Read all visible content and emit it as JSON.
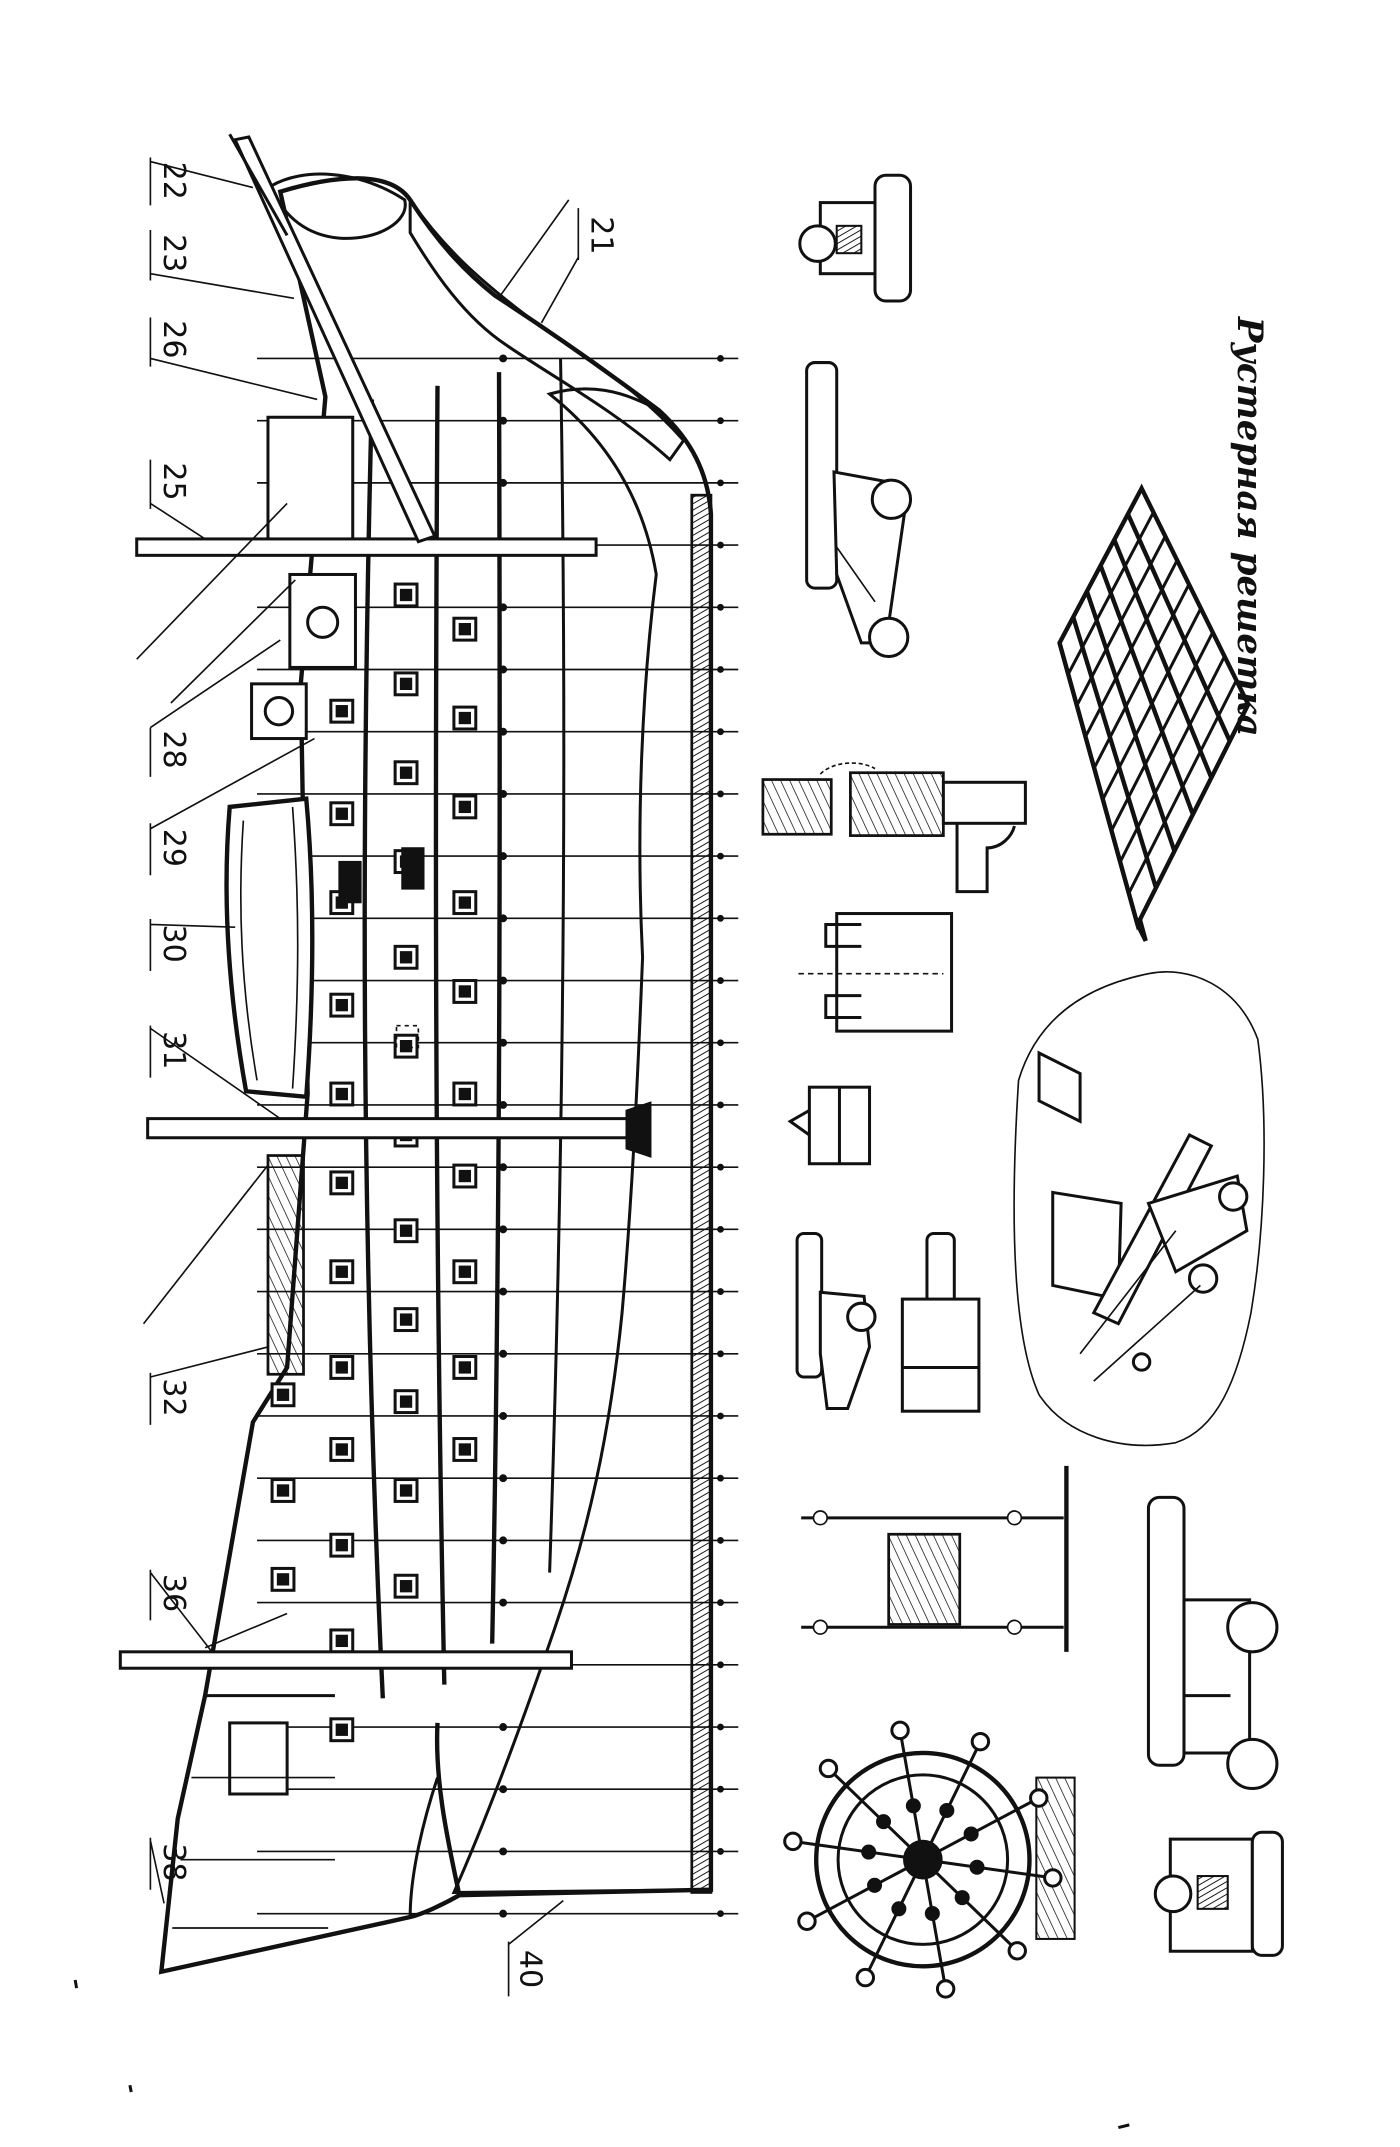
{
  "callouts": {
    "n22": "22",
    "n23": "23",
    "n26": "26",
    "n25": "25",
    "n28": "28",
    "n29": "29",
    "n30": "30",
    "n31": "31",
    "n32": "32",
    "n36": "36",
    "n38": "38",
    "n21": "21",
    "n40": "40"
  },
  "caption": "Рустерная решетка",
  "colors": {
    "ink": "#111111",
    "paper": "#ffffff"
  }
}
